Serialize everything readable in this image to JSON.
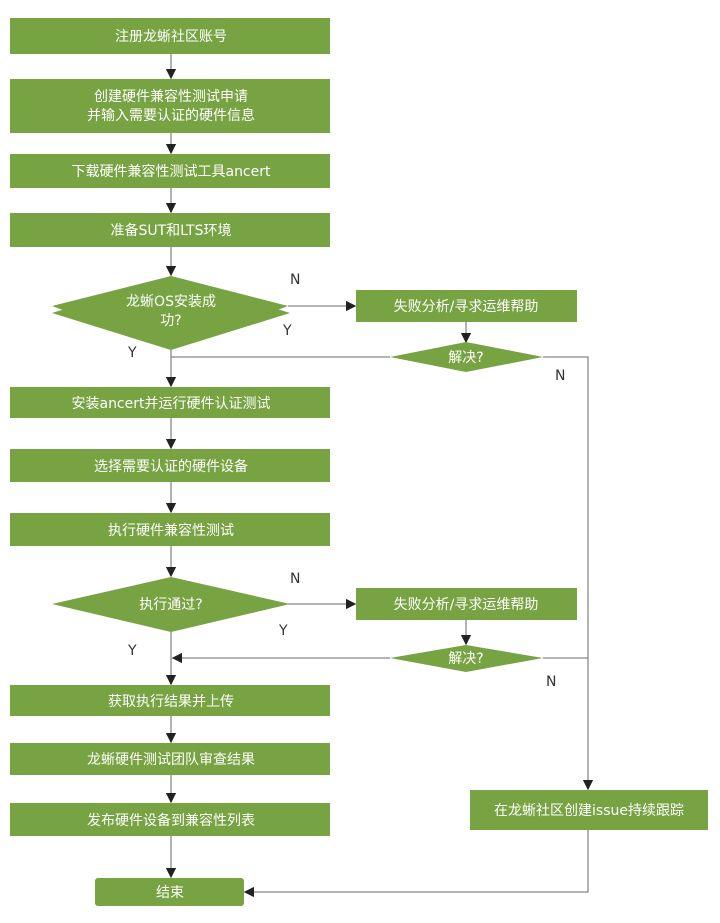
{
  "colors": {
    "node": "#77a342",
    "line": "#888888",
    "text": "#ffffff"
  },
  "nodes": {
    "register": "注册龙蜥社区账号",
    "create_request_1": "创建硬件兼容性测试申请",
    "create_request_2": "并输入需要认证的硬件信息",
    "download_tool": "下载硬件兼容性测试工具ancert",
    "prepare_env": "准备SUT和LTS环境",
    "os_install_q_1": "龙蜥OS安装成",
    "os_install_q_2": "功?",
    "fail_analysis_1": "失败分析/寻求运维帮助",
    "resolved_1": "解决?",
    "install_ancert": "安装ancert并运行硬件认证测试",
    "select_devices": "选择需要认证的硬件设备",
    "run_test": "执行硬件兼容性测试",
    "pass_q": "执行通过?",
    "fail_analysis_2": "失败分析/寻求运维帮助",
    "resolved_2": "解决?",
    "upload_results": "获取执行结果并上传",
    "team_review": "龙蜥硬件测试团队审查结果",
    "publish": "发布硬件设备到兼容性列表",
    "create_issue": "在龙蜥社区创建issue持续跟踪",
    "end": "结束"
  },
  "edge_labels": {
    "yes": "Y",
    "no": "N"
  }
}
